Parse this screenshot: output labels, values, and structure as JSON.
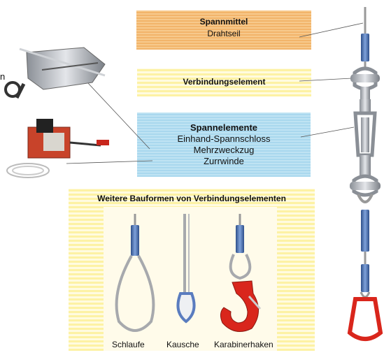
{
  "labels": {
    "spannmittel": {
      "title": "Spannmittel",
      "sub": "Drahtseil"
    },
    "verbindungselement": {
      "title": "Verbindungselement"
    },
    "spannelemente": {
      "title": "Spannelemente",
      "line1": "Einhand-Spannschloss",
      "line2": "Mehrzweckzug",
      "line3": "Zurrwinde"
    },
    "weitere": {
      "title": "Weitere Bauformen von Verbindungselementen"
    },
    "forms": [
      "Schlaufe",
      "Kausche",
      "Karabinerhaken"
    ],
    "cut_letter": "n"
  },
  "colors": {
    "orange_box": "#f2b46a",
    "yellow_box": "#fdf2a4",
    "blue_box": "#a9d8ee",
    "hook_red": "#d9261c",
    "sleeve_blue": "#4a74b8"
  }
}
